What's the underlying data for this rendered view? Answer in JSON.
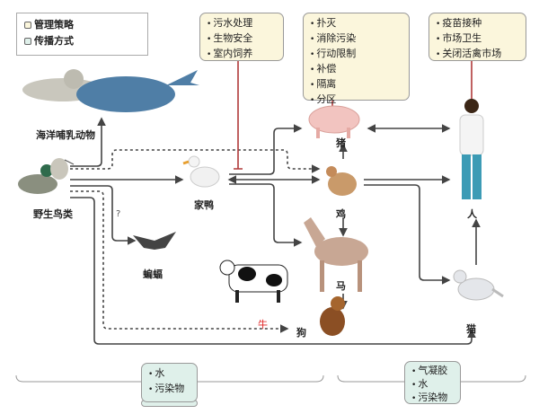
{
  "legend": {
    "strategy": "管理策略",
    "transmission": "传播方式"
  },
  "colors": {
    "strategy_fill": "#fbf6dc",
    "transmission_fill": "#dff0ea",
    "inhibit": "#b03a3a",
    "arrow": "#444444",
    "cow_label": "#e02020"
  },
  "strategy_boxes": [
    {
      "items": [
        "污水处理",
        "生物安全",
        "室内饲养"
      ]
    },
    {
      "items": [
        "扑灭",
        "消除污染",
        "行动限制",
        "补偿",
        "隔离",
        "分区"
      ]
    },
    {
      "items": [
        "疫苗接种",
        "市场卫生",
        "关闭活禽市场"
      ]
    }
  ],
  "animals": {
    "marine": "海洋哺乳动物",
    "wild_birds": "野生鸟类",
    "duck": "家鸭",
    "pig": "猪",
    "chicken": "鸡",
    "horse": "马",
    "dog": "狗",
    "bat": "蝙蝠",
    "cow": "牛",
    "human": "人",
    "cat": "猫"
  },
  "question_mark": "?",
  "transmission_boxes": [
    {
      "items": [
        "水",
        "污染物"
      ]
    },
    {
      "items": [
        "气凝胶",
        "水",
        "污染物"
      ]
    }
  ]
}
